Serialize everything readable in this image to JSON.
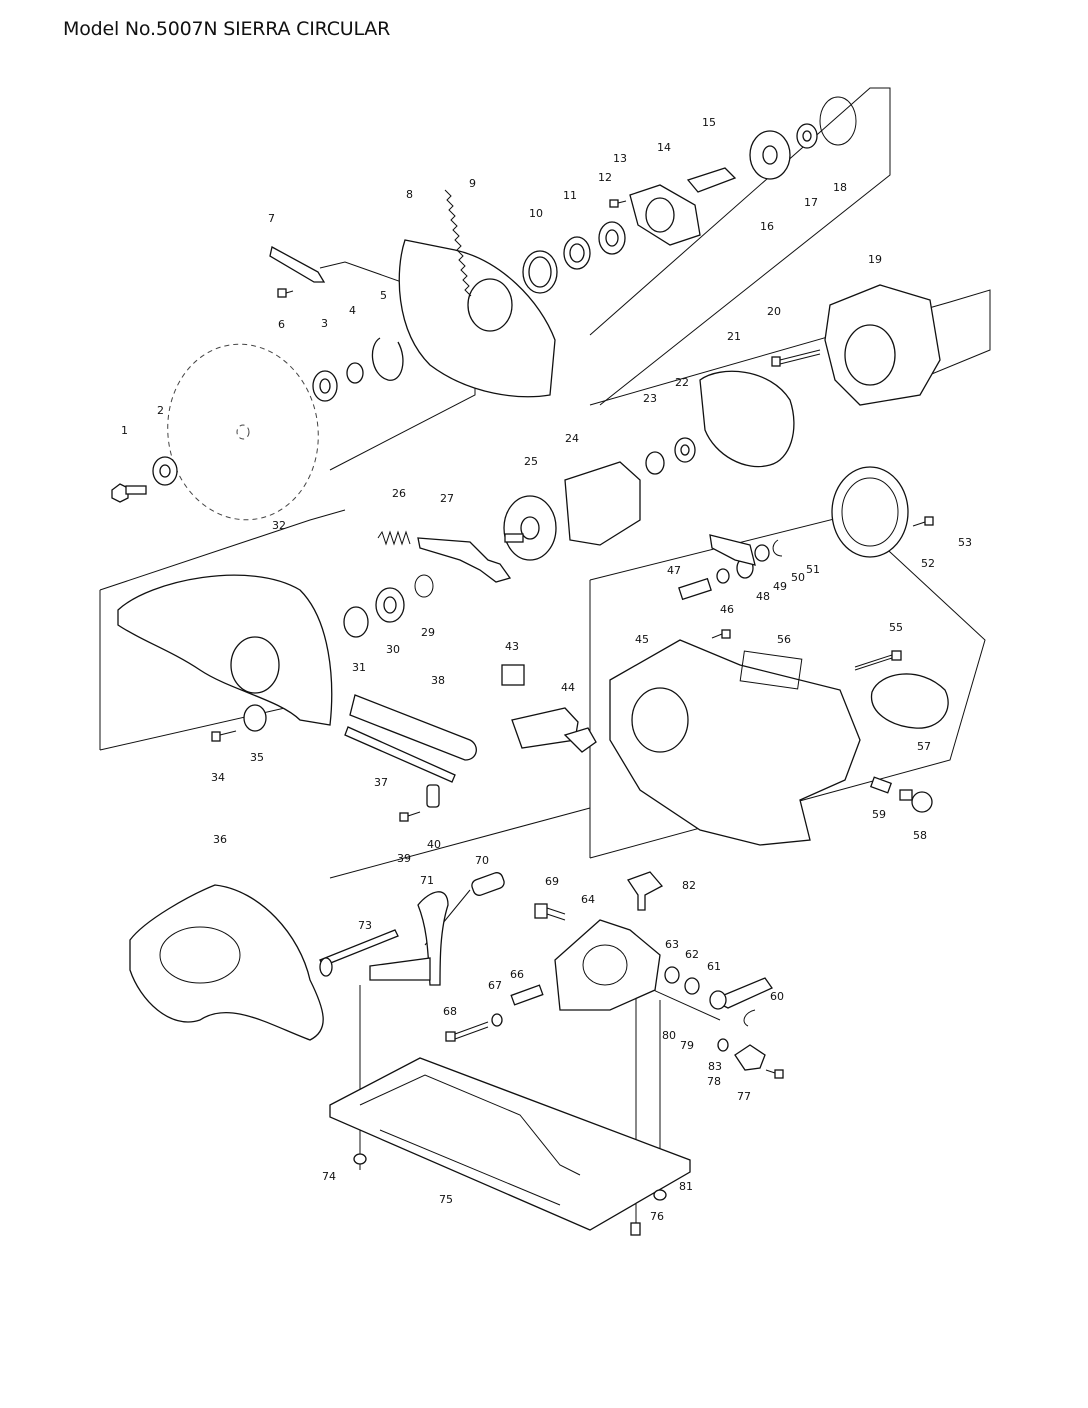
{
  "title": "Model No.5007N SIERRA CIRCULAR",
  "callouts": [
    "1",
    "2",
    "3",
    "4",
    "5",
    "6",
    "7",
    "8",
    "9",
    "10",
    "11",
    "12",
    "13",
    "14",
    "15",
    "16",
    "17",
    "18",
    "19",
    "20",
    "21",
    "22",
    "23",
    "24",
    "25",
    "26",
    "27",
    "29",
    "30",
    "31",
    "32",
    "34",
    "35",
    "36",
    "37",
    "38",
    "39",
    "40",
    "43",
    "44",
    "45",
    "46",
    "47",
    "48",
    "49",
    "50",
    "51",
    "52",
    "53",
    "55",
    "56",
    "57",
    "58",
    "59",
    "60",
    "61",
    "62",
    "63",
    "64",
    "66",
    "67",
    "68",
    "69",
    "70",
    "71",
    "73",
    "74",
    "75",
    "76",
    "77",
    "78",
    "79",
    "80",
    "81",
    "82",
    "83"
  ]
}
